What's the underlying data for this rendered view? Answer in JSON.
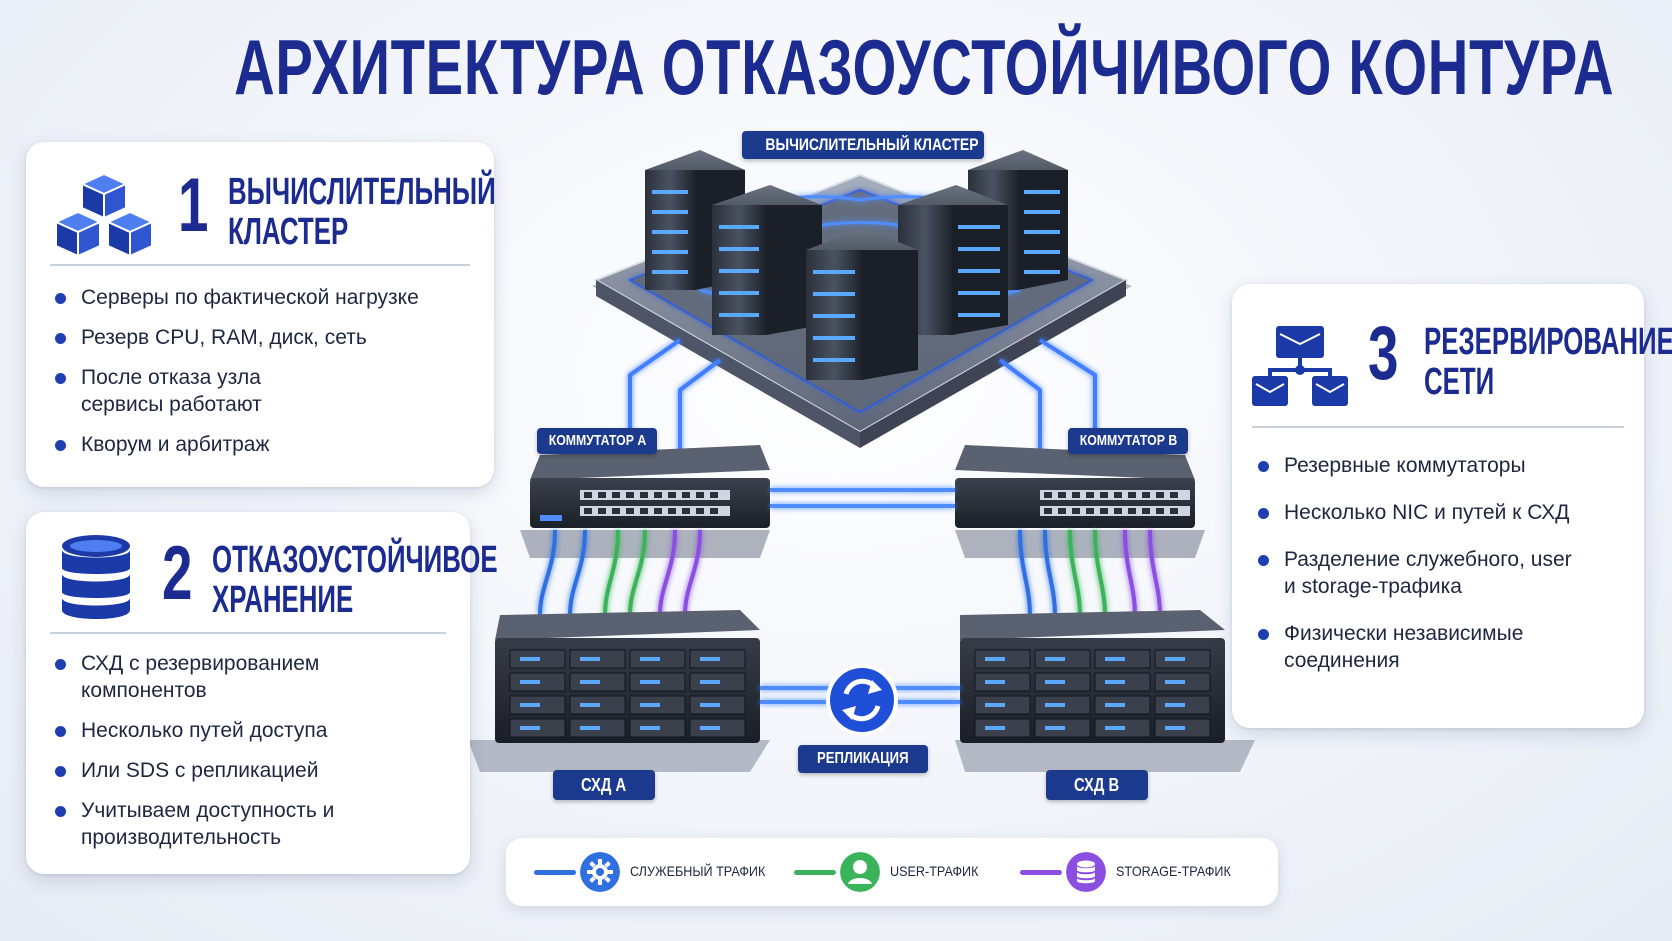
{
  "title": "АРХИТЕКТУРА ОТКАЗОУСТОЙЧИВОГО КОНТУРА",
  "cards": [
    {
      "number": "1",
      "title_line1": "ВЫЧИСЛИТЕЛЬНЫЙ",
      "title_line2": "КЛАСТЕР",
      "icon": "cubes-icon",
      "bullets": [
        "Серверы по фактической нагрузке",
        "Резерв CPU, RAM, диск, сеть",
        "После отказа узла сервисы работают",
        "Кворум и арбитраж"
      ]
    },
    {
      "number": "2",
      "title_line1": "ОТКАЗОУСТОЙЧИВОЕ",
      "title_line2": "ХРАНЕНИЕ",
      "icon": "database-icon",
      "bullets": [
        "СХД с резервированием компонентов",
        "Несколько путей доступа",
        "Или SDS с репликацией",
        "Учитываем доступность и производительность"
      ]
    },
    {
      "number": "3",
      "title_line1": "РЕЗЕРВИРОВАНИЕ",
      "title_line2": "СЕТИ",
      "icon": "network-icon",
      "bullets": [
        "Резервные коммутаторы",
        "Несколько NIC и путей к СХД",
        "Разделение служебного, user и storage-трафика",
        "Физически независимые соединения"
      ]
    }
  ],
  "diagram": {
    "cluster_label": "ВЫЧИСЛИТЕЛЬНЫЙ КЛАСТЕР",
    "switch_a_label": "КОММУТАТОР A",
    "switch_b_label": "КОММУТАТОР B",
    "storage_a_label": "СХД A",
    "storage_b_label": "СХД B",
    "replication_label": "РЕПЛИКАЦИЯ"
  },
  "legend": [
    {
      "label": "СЛУЖЕБНЫЙ ТРАФИК",
      "color": "#2f6fe0",
      "icon": "gear-icon"
    },
    {
      "label": "USER-ТРАФИК",
      "color": "#3bb35a",
      "icon": "user-icon"
    },
    {
      "label": "STORAGE-ТРАФИК",
      "color": "#8a4fe0",
      "icon": "database-icon"
    }
  ],
  "colors": {
    "brand_blue": "#1b2b8f",
    "label_bg": "#1b3a8e",
    "service_traffic": "#2f6fe0",
    "user_traffic": "#3bb35a",
    "storage_traffic": "#8a4fe0"
  }
}
